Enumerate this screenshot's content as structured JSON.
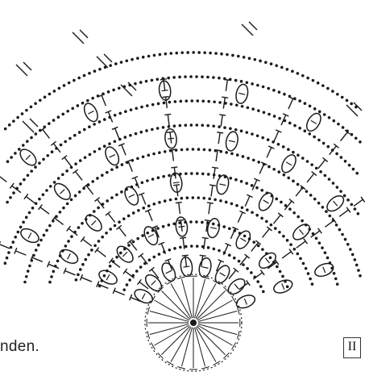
{
  "caption_text": "nden.",
  "page_marker": "II",
  "diagram": {
    "kind": "crochet-chart",
    "symbols": [
      "chain-dot",
      "double-crochet-t",
      "bobble-leaf",
      "center-ring"
    ],
    "colors": {
      "ink": "#1a1a1a",
      "background": "#ffffff"
    }
  }
}
